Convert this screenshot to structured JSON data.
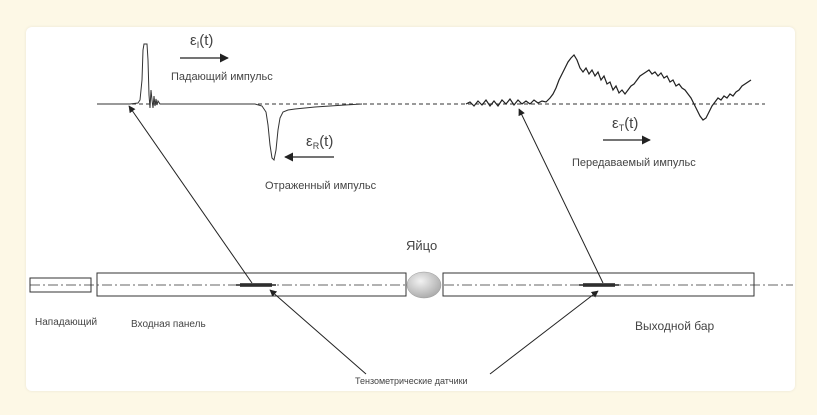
{
  "labels": {
    "eps_incident_main": "ε",
    "eps_incident_sub": "I",
    "eps_incident_arg": "(t)",
    "incident_pulse": "Падающий импульс",
    "eps_reflected_main": "ε",
    "eps_reflected_sub": "R",
    "eps_reflected_arg": "(t)",
    "reflected_pulse": "Отраженный импульс",
    "eps_transmitted_main": "ε",
    "eps_transmitted_sub": "T",
    "eps_transmitted_arg": "(t)",
    "transmitted_pulse": "Передаваемый импульс",
    "egg": "Яйцо",
    "striker": "Нападающий",
    "input_bar": "Входная панель",
    "output_bar": "Выходной бар",
    "strain_gauges": "Тензометрические датчики"
  },
  "colors": {
    "background": "#fdf8e6",
    "panel": "#ffffff",
    "line": "#222222",
    "text": "#444444"
  }
}
